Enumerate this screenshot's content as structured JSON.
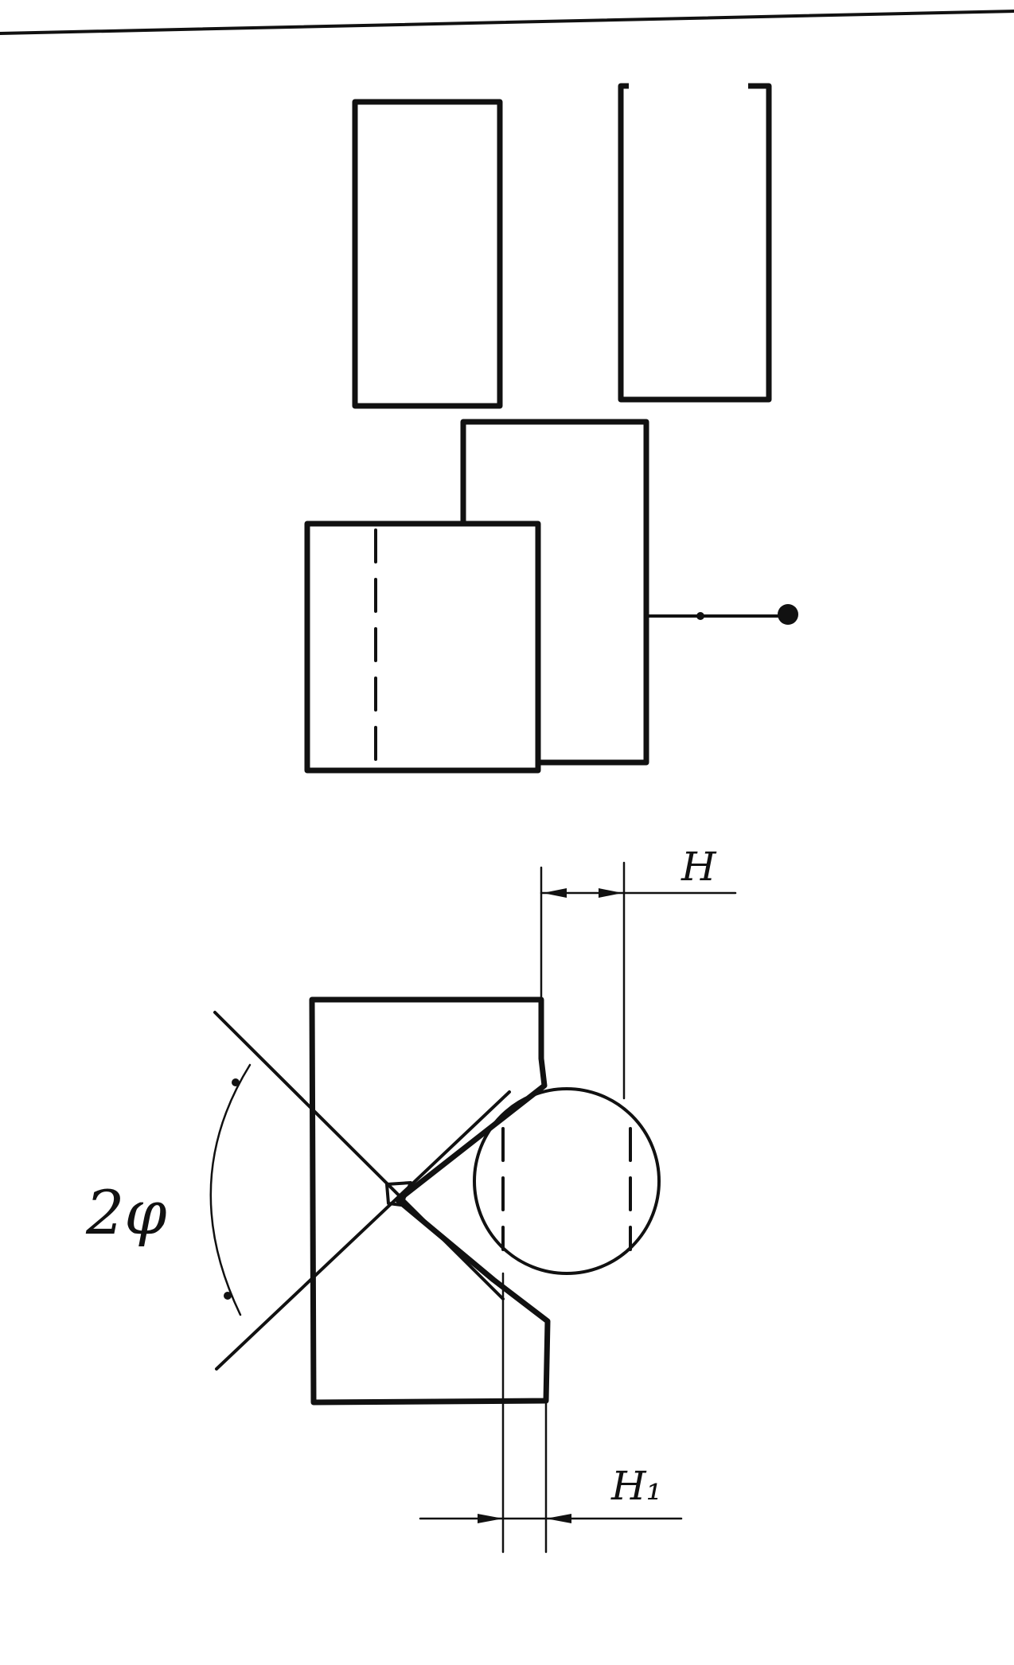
{
  "labels": {
    "angle": "2φ",
    "dimension_top": "H",
    "dimension_bottom": "H₁"
  },
  "colors": {
    "ink": "#111111",
    "paper": "#ffffff"
  }
}
